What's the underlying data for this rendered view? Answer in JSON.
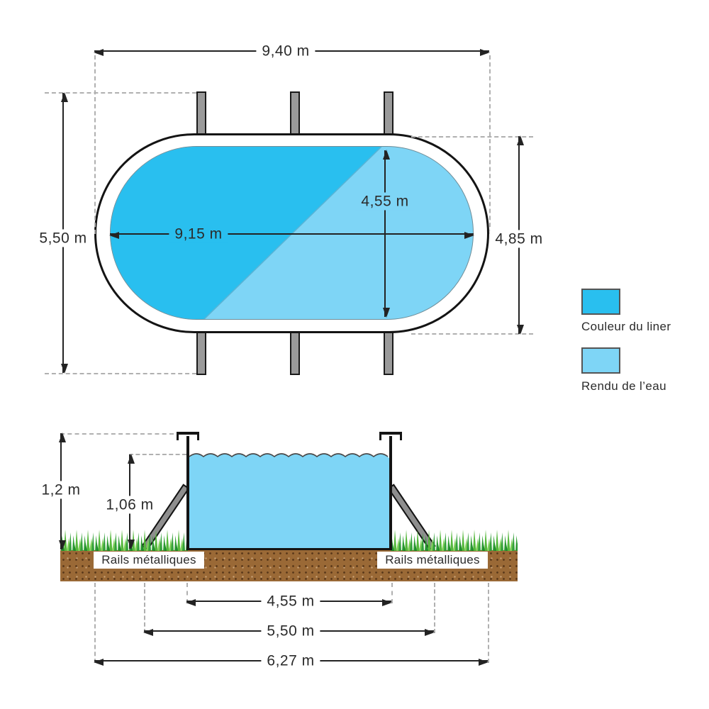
{
  "colors": {
    "liner": "#29bfef",
    "water": "#7ed5f6",
    "structure_gray": "#8e8e8e",
    "grass_green": "#3aa63a",
    "soil_brown": "#9a6936"
  },
  "top_view": {
    "overall_length": "9,40 m",
    "overall_width": "5,50 m",
    "liner_length": "9,15 m",
    "liner_width": "4,55 m",
    "basin_width": "4,85 m"
  },
  "legend": {
    "liner_label": "Couleur du liner",
    "water_label": "Rendu de l’eau"
  },
  "cross_section": {
    "total_height": "1,2 m",
    "water_height": "1,06 m",
    "rails_left": "Rails métalliques",
    "rails_right": "Rails métalliques",
    "basin_width": "4,55 m",
    "rails_span": "5,50 m",
    "footprint_width": "6,27 m"
  }
}
